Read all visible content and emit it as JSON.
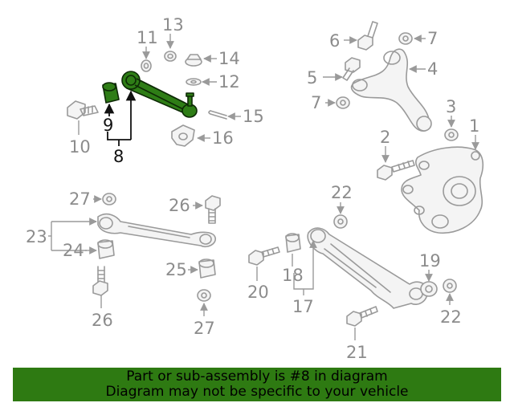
{
  "callouts": {
    "c1": "1",
    "c2": "2",
    "c3": "3",
    "c4": "4",
    "c5": "5",
    "c6": "6",
    "c7a": "7",
    "c7b": "7",
    "c8": "8",
    "c9": "9",
    "c10": "10",
    "c11": "11",
    "c12": "12",
    "c13": "13",
    "c14": "14",
    "c15": "15",
    "c16": "16",
    "c17": "17",
    "c18": "18",
    "c19": "19",
    "c20": "20",
    "c21": "21",
    "c22a": "22",
    "c22b": "22",
    "c23": "23",
    "c24": "24",
    "c25": "25",
    "c26a": "26",
    "c26b": "26",
    "c27a": "27",
    "c27b": "27"
  },
  "highlight": {
    "part_number": "8",
    "color": "#2e7d16"
  },
  "banner": {
    "line1": "Part or sub-assembly is #8 in diagram",
    "line2": "Diagram may not be specific to your vehicle",
    "color": "#2e7a12"
  }
}
